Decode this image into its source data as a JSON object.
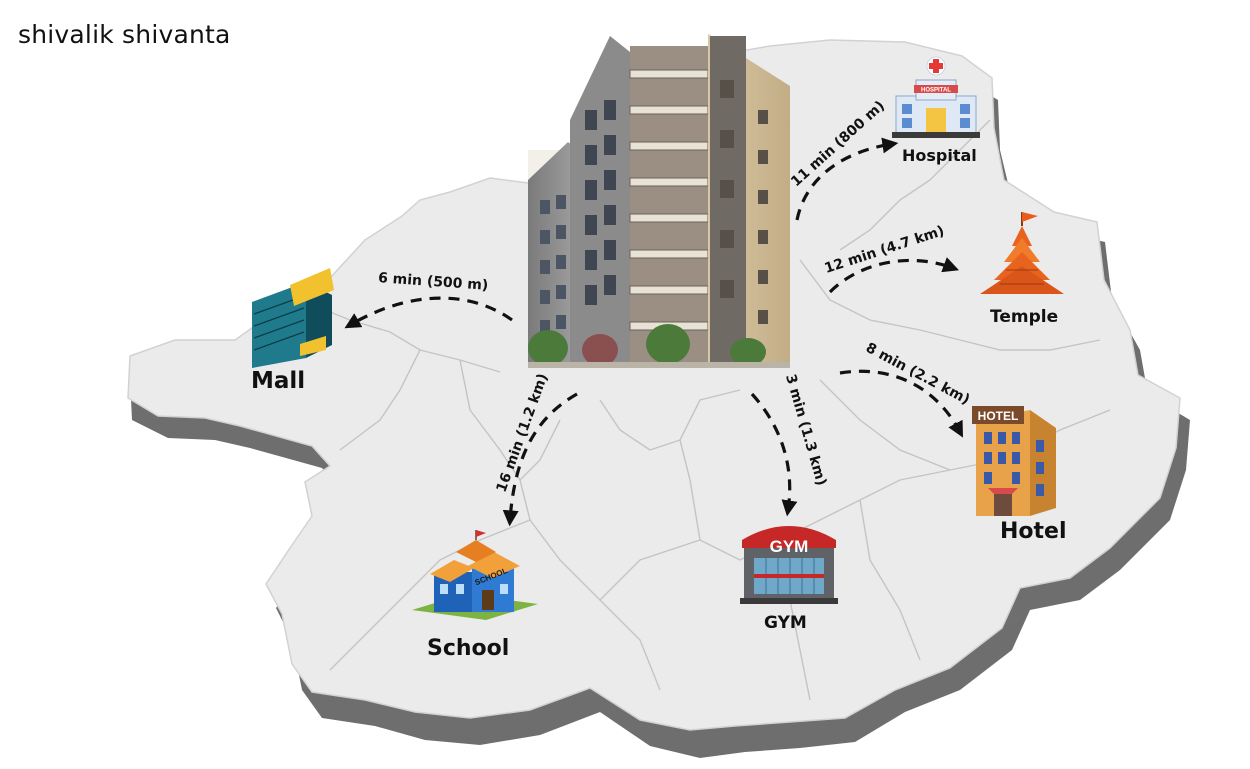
{
  "title": "shivalik shivanta",
  "colors": {
    "map_fill": "#ebebeb",
    "map_shadow": "#6e6e6e",
    "map_border": "#c9c9c9",
    "arrow": "#111111",
    "text": "#111111"
  },
  "places": [
    {
      "key": "mall",
      "name": "Mall",
      "distance": "6 min (500 m)",
      "icon": "mall-building-icon"
    },
    {
      "key": "hospital",
      "name": "Hospital",
      "distance": "11 min (800 m)",
      "icon": "hospital-icon"
    },
    {
      "key": "temple",
      "name": "Temple",
      "distance": "12 min (4.7 km)",
      "icon": "temple-icon"
    },
    {
      "key": "hotel",
      "name": "Hotel",
      "distance": "8 min (2.2 km)",
      "icon": "hotel-icon"
    },
    {
      "key": "gym",
      "name": "GYM",
      "distance": "3 min (1.3 km)",
      "icon": "gym-icon"
    },
    {
      "key": "school",
      "name": "School",
      "distance": "16 min (1.2 km)",
      "icon": "school-icon"
    }
  ],
  "icon_signs": {
    "hospital": "HOSPITAL",
    "hotel": "HOTEL",
    "gym": "GYM",
    "school": "SCHOOL"
  }
}
